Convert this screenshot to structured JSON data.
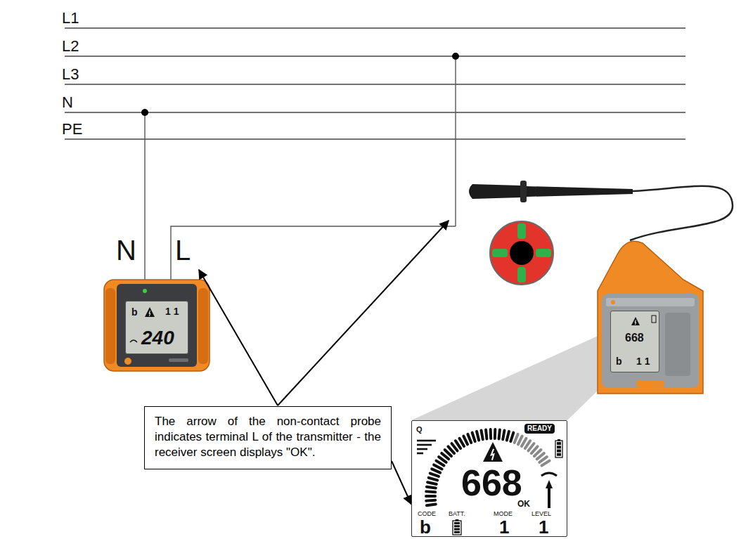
{
  "diagram": {
    "nodes": [
      {
        "text": [
          "b",
          "1 1",
          "240"
        ]
      },
      {
        "text": [
          "668",
          "b",
          "1 1"
        ]
      },
      {
        "text": [
          "The arrow of the non-contact probe indicates terminal L of the transmitter - the receiver screen displays \"OK\"."
        ]
      },
      {
        "text": [
          "Q",
          "READY",
          "668",
          "OK",
          "CODE",
          "BATT.",
          "MODE",
          "LEVEL",
          "b",
          "1",
          "1"
        ]
      }
    ],
    "edges": [
      {
        "from": 2,
        "to": 3,
        "arrow": "to"
      }
    ],
    "labels": [
      "L1",
      "L2",
      "L3",
      "N",
      "PE",
      "N",
      "L"
    ]
  }
}
